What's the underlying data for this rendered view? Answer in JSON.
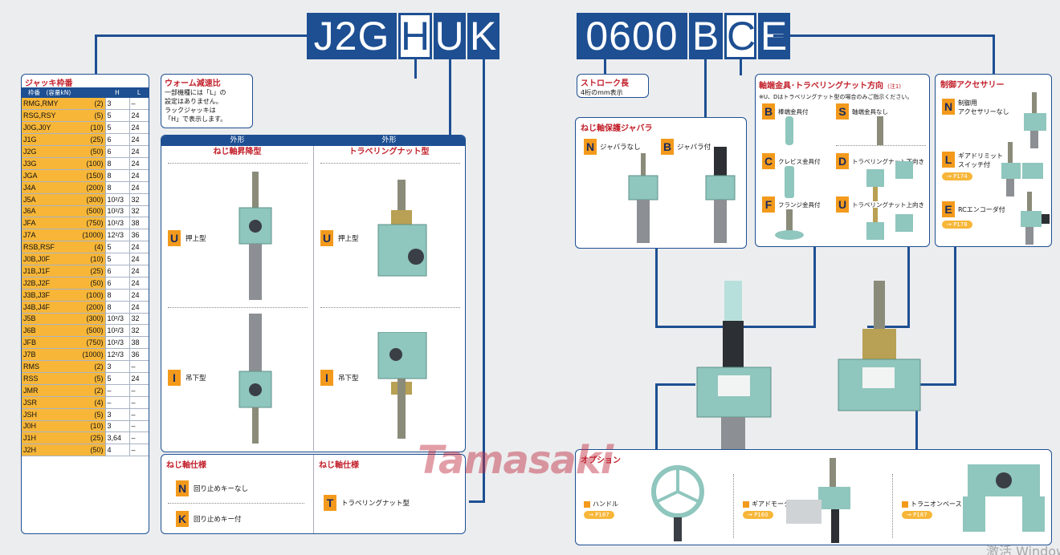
{
  "code_left": [
    "J2G",
    "H",
    "U",
    "K"
  ],
  "code_right": [
    "0600",
    "B",
    "C",
    "E"
  ],
  "frame_panel": {
    "title": "ジャッキ枠番",
    "col_frame": "枠番　(容量kN)",
    "col_h": "H",
    "col_l": "L",
    "rows": [
      {
        "name": "RMG,RMY",
        "cap": "(2)",
        "h": "3",
        "l": "–"
      },
      {
        "name": "RSG,RSY",
        "cap": "(5)",
        "h": "5",
        "l": "24"
      },
      {
        "name": "J0G,J0Y",
        "cap": "(10)",
        "h": "5",
        "l": "24"
      },
      {
        "name": "J1G",
        "cap": "(25)",
        "h": "6",
        "l": "24"
      },
      {
        "name": "J2G",
        "cap": "(50)",
        "h": "6",
        "l": "24"
      },
      {
        "name": "J3G",
        "cap": "(100)",
        "h": "8",
        "l": "24"
      },
      {
        "name": "JGA",
        "cap": "(150)",
        "h": "8",
        "l": "24"
      },
      {
        "name": "J4A",
        "cap": "(200)",
        "h": "8",
        "l": "24"
      },
      {
        "name": "J5A",
        "cap": "(300)",
        "h": "10²/3",
        "l": "32"
      },
      {
        "name": "J6A",
        "cap": "(500)",
        "h": "10²/3",
        "l": "32"
      },
      {
        "name": "JFA",
        "cap": "(750)",
        "h": "10²/3",
        "l": "38"
      },
      {
        "name": "J7A",
        "cap": "(1000)",
        "h": "12²/3",
        "l": "36"
      },
      {
        "name": "RSB,RSF",
        "cap": "(4)",
        "h": "5",
        "l": "24"
      },
      {
        "name": "J0B,J0F",
        "cap": "(10)",
        "h": "5",
        "l": "24"
      },
      {
        "name": "J1B,J1F",
        "cap": "(25)",
        "h": "6",
        "l": "24"
      },
      {
        "name": "J2B,J2F",
        "cap": "(50)",
        "h": "6",
        "l": "24"
      },
      {
        "name": "J3B,J3F",
        "cap": "(100)",
        "h": "8",
        "l": "24"
      },
      {
        "name": "J4B,J4F",
        "cap": "(200)",
        "h": "8",
        "l": "24"
      },
      {
        "name": "J5B",
        "cap": "(300)",
        "h": "10²/3",
        "l": "32"
      },
      {
        "name": "J6B",
        "cap": "(500)",
        "h": "10²/3",
        "l": "32"
      },
      {
        "name": "JFB",
        "cap": "(750)",
        "h": "10²/3",
        "l": "38"
      },
      {
        "name": "J7B",
        "cap": "(1000)",
        "h": "12²/3",
        "l": "36"
      },
      {
        "name": "RMS",
        "cap": "(2)",
        "h": "3",
        "l": "–"
      },
      {
        "name": "RSS",
        "cap": "(5)",
        "h": "5",
        "l": "24"
      },
      {
        "name": "JMR",
        "cap": "(2)",
        "h": "–",
        "l": "–"
      },
      {
        "name": "JSR",
        "cap": "(4)",
        "h": "–",
        "l": "–"
      },
      {
        "name": "JSH",
        "cap": "(5)",
        "h": "3",
        "l": "–"
      },
      {
        "name": "J0H",
        "cap": "(10)",
        "h": "3",
        "l": "–"
      },
      {
        "name": "J1H",
        "cap": "(25)",
        "h": "3,64",
        "l": "–"
      },
      {
        "name": "J2H",
        "cap": "(50)",
        "h": "4",
        "l": "–"
      }
    ]
  },
  "worm_panel": {
    "title": "ウォーム減速比",
    "lines": [
      "一部機種には「L」の",
      "設定はありません。",
      "ラックジャッキは",
      "「H」で表示します。"
    ]
  },
  "shape_panel": {
    "header_left": "外形",
    "header_right": "外形",
    "sub_left": "ねじ軸昇降型",
    "sub_right": "トラベリングナット型",
    "u_code": "U",
    "u_label": "押上型",
    "i_code": "I",
    "i_label": "吊下型"
  },
  "screw_panel": {
    "title_left": "ねじ軸仕様",
    "title_right": "ねじ軸仕様",
    "n_code": "N",
    "n_label": "回り止めキーなし",
    "k_code": "K",
    "k_label": "回り止めキー付",
    "t_code": "T",
    "t_label": "トラベリングナット型"
  },
  "stroke_panel": {
    "title": "ストローク長",
    "sub": "4桁のmm表示"
  },
  "bellows_panel": {
    "title": "ねじ軸保護ジャバラ",
    "n_code": "N",
    "n_label": "ジャバラなし",
    "b_code": "B",
    "b_label": "ジャバラ付"
  },
  "end_panel": {
    "title": "軸端金具･トラベリングナット方向",
    "note_mark": "(注1)",
    "note": "※U、Dはトラベリングナット型の場合のみご指示ください。",
    "items": [
      {
        "code": "B",
        "label": "棒端金具付"
      },
      {
        "code": "S",
        "label": "軸端金具なし"
      },
      {
        "code": "C",
        "label": "クレビス金具付"
      },
      {
        "code": "D",
        "label": "トラベリングナット下向き"
      },
      {
        "code": "F",
        "label": "フランジ金具付"
      },
      {
        "code": "U",
        "label": "トラベリングナット上向き"
      }
    ]
  },
  "control_panel": {
    "title": "制御アクセサリー",
    "n_code": "N",
    "n_label1": "制御用",
    "n_label2": "アクセサリーなし",
    "l_code": "L",
    "l_label1": "ギアドリミット",
    "l_label2": "スイッチ付",
    "l_link": "→ P174",
    "e_code": "E",
    "e_label": "RCエンコーダ付",
    "e_link": "→ P178"
  },
  "option_panel": {
    "title": "オプション",
    "items": [
      {
        "label": "ハンドル",
        "link": "→ P187"
      },
      {
        "label": "ギアドモータ",
        "link": "→ P160"
      },
      {
        "label": "トラニオンベース",
        "link": "→ P187"
      }
    ]
  },
  "watermark": "Tamasaki",
  "os_watermark": "激活 Window",
  "colors": {
    "navy": "#1d4f92",
    "orange": "#f39a1c",
    "red": "#c2202b",
    "jack_green": "#8fc6bd"
  }
}
